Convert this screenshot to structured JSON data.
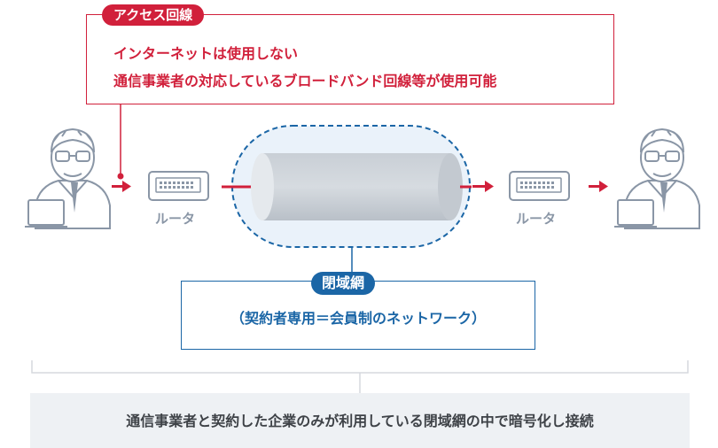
{
  "access_line": {
    "tag": "アクセス回線",
    "line1": "インターネットは使用しない",
    "line2": "通信事業者の対応しているブロードバンド回線等が使用可能"
  },
  "routers": {
    "left_label": "ルータ",
    "right_label": "ルータ"
  },
  "closed_network": {
    "tag": "閉域網",
    "description": "（契約者専用＝会員制のネットワーク）"
  },
  "summary": "通信事業者と契約した企業のみが利用している閉域網の中で暗号化し接続",
  "colors": {
    "red": "#d1203b",
    "blue": "#1b66a6",
    "gray": "#8a96a6",
    "summary_bg": "#eef1f4"
  },
  "icons": [
    "user-icon",
    "laptop-icon",
    "router-icon",
    "arrow-right-icon",
    "tunnel-pipe-icon"
  ]
}
